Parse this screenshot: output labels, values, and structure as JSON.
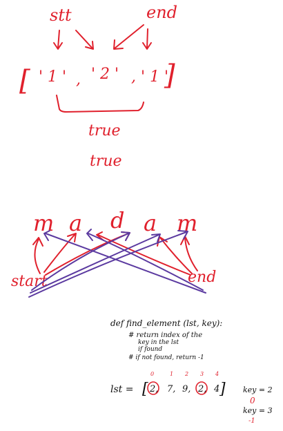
{
  "top": {
    "start_label": "stt",
    "end_label": "end",
    "open_bracket": "[",
    "item1": "' 1 '",
    "comma1": ",",
    "item2": "' 2 '",
    "comma2": ",",
    "item3": "' 1 '",
    "close_bracket": "]",
    "result1": "true",
    "result2": "true"
  },
  "middle": {
    "letters": [
      "m",
      "a",
      "d",
      "a",
      "m"
    ],
    "start_label": "start",
    "end_label": "end"
  },
  "code": {
    "line1": "def  find_element (lst, key):",
    "line2": "# return index of the",
    "line3": "key in the lst",
    "line4": "if found",
    "line5": "# if not found, return -1"
  },
  "list": {
    "label": "lst =",
    "indices": [
      "0",
      "1",
      "2",
      "3",
      "4"
    ],
    "values": [
      "2,",
      "7,",
      "9,",
      "2,",
      "4"
    ],
    "open_bracket": "[",
    "close_bracket": "]"
  },
  "keys": {
    "key1": "key = 2",
    "result1": "0",
    "key2": "key = 3",
    "result2": "-1"
  },
  "colors": {
    "red": "#e0202c",
    "purple": "#5b3aa0",
    "ink": "#111111"
  }
}
